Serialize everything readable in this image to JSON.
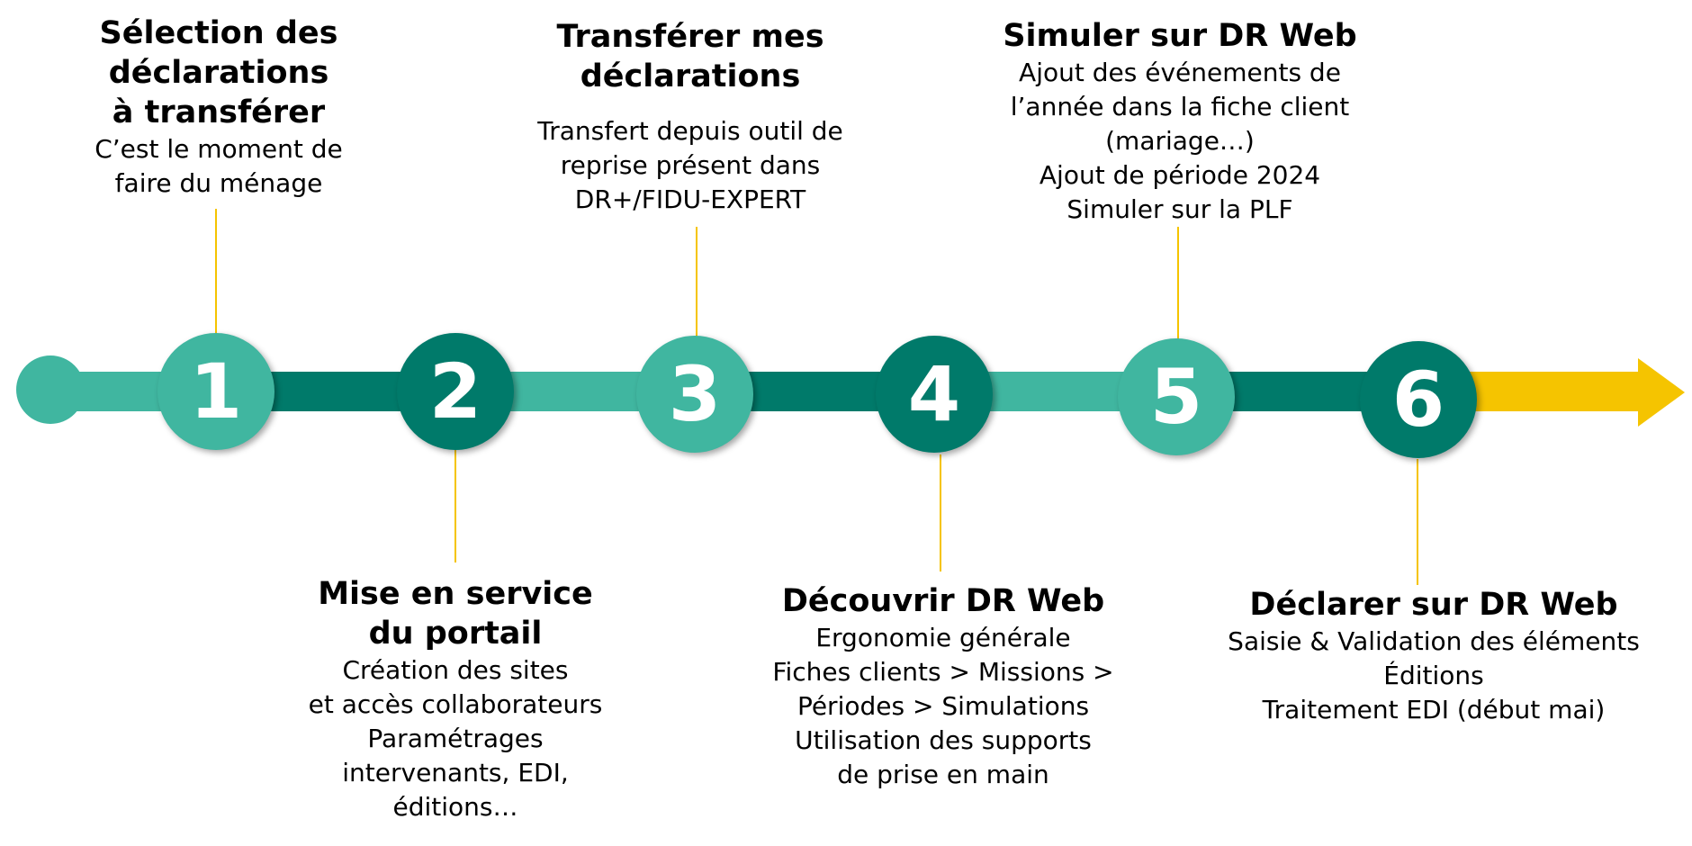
{
  "colors": {
    "light_green": "#40b6a0",
    "dark_green": "#007a6a",
    "yellow": "#f5c400"
  },
  "steps": [
    {
      "number": "1",
      "title": "Sélection des\ndéclarations\nà transférer",
      "lines": [
        "C’est le moment de\nfaire du ménage"
      ]
    },
    {
      "number": "2",
      "title": "Mise en service\ndu portail",
      "lines": [
        "Création des sites\net accès collaborateurs",
        "Paramétrages\nintervenants, EDI,\néditions…"
      ]
    },
    {
      "number": "3",
      "title": "Transférer mes\ndéclarations",
      "lines": [
        "Transfert depuis outil de\nreprise présent dans\nDR+/FIDU-EXPERT"
      ]
    },
    {
      "number": "4",
      "title": "Découvrir DR Web",
      "lines": [
        "Ergonomie générale",
        "Fiches clients > Missions >\nPériodes > Simulations",
        "Utilisation des supports\nde prise en main"
      ]
    },
    {
      "number": "5",
      "title": "Simuler sur DR Web",
      "lines": [
        "Ajout des événements de\nl’année dans la fiche client\n(mariage…)",
        "Ajout de période 2024",
        "Simuler sur la PLF"
      ]
    },
    {
      "number": "6",
      "title": "Déclarer sur DR Web",
      "lines": [
        "Saisie & Validation des éléments",
        "Éditions",
        "Traitement EDI (début mai)"
      ]
    }
  ]
}
